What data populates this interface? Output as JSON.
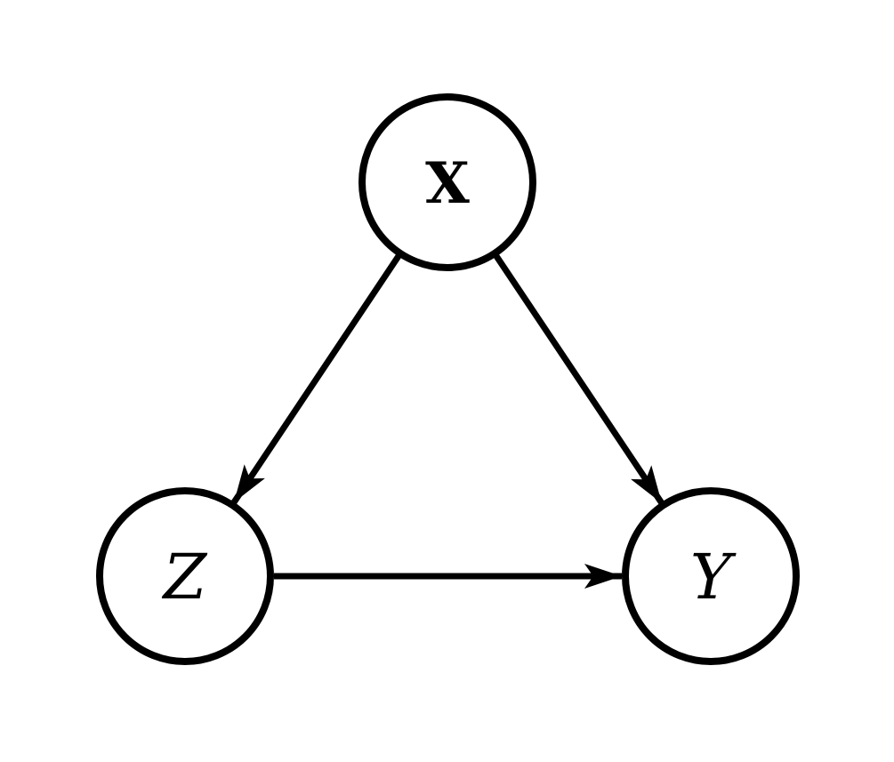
{
  "diagram": {
    "title": "directed-graph-x-z-y",
    "type": "directed acyclic graph",
    "background_color": "#ffffff",
    "stroke_color": "#000000",
    "nodes": [
      {
        "id": "X",
        "label": "X",
        "style": "bold-serif",
        "position": "top-center"
      },
      {
        "id": "Z",
        "label": "Z",
        "style": "italic-serif",
        "position": "bottom-left"
      },
      {
        "id": "Y",
        "label": "Y",
        "style": "italic-serif",
        "position": "bottom-right"
      }
    ],
    "edges": [
      {
        "from": "X",
        "to": "Z",
        "arrow": "filled-triangle"
      },
      {
        "from": "X",
        "to": "Y",
        "arrow": "filled-triangle"
      },
      {
        "from": "Z",
        "to": "Y",
        "arrow": "filled-triangle"
      }
    ]
  }
}
